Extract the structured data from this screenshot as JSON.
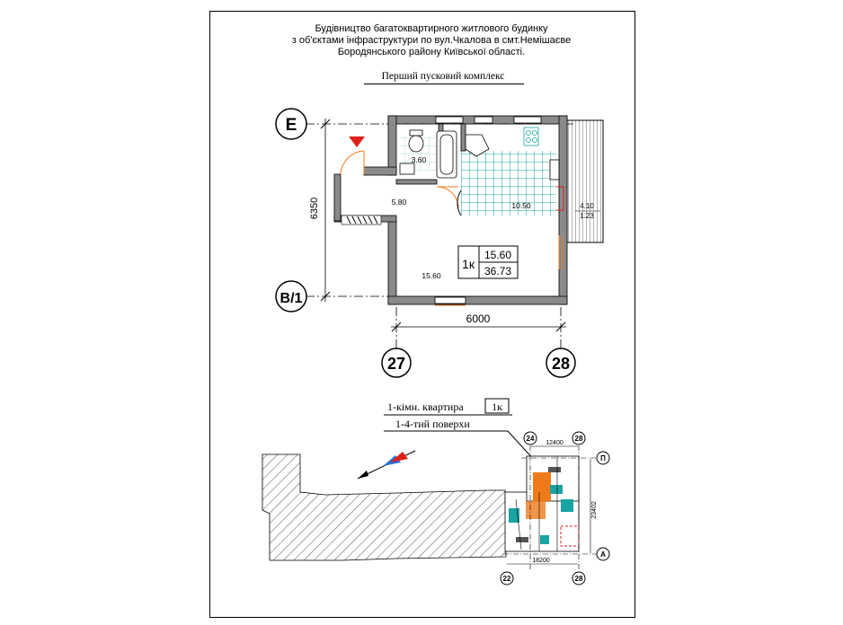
{
  "header": {
    "line1": "Будівництво багатоквартирного житлового будинку",
    "line2": "з об'єктами інфраструктури по вул.Чкалова в смт.Немішаєве",
    "line3": "Бородянського району  Київської області.",
    "subtitle": "Перший пусковий комплекс"
  },
  "axes": {
    "top": "Е",
    "bottom": "В/1",
    "left": "27",
    "right": "28",
    "height_dim": "6350",
    "width_dim": "6000"
  },
  "rooms": {
    "bath": "3.60",
    "hall": "5.80",
    "kitchen": "10.50",
    "living": "15.60",
    "balcony_1": "4.10",
    "balcony_2": "1.23"
  },
  "apartment_tag": {
    "type": "1к",
    "living_area": "15.60",
    "total_area": "36.73"
  },
  "legend": {
    "line1": "1-кімн. квартира",
    "tag": "1к",
    "line2": "1-4-тий поверхи"
  },
  "key_plan": {
    "axis_top_left": "24",
    "axis_top_right": "28",
    "top_dim": "12400",
    "axis_right_top": "П",
    "axis_right_bottom": "А",
    "right_dim": "23402",
    "axis_bottom_left": "22",
    "axis_bottom_right": "28",
    "bottom_dim": "18200"
  },
  "colors": {
    "wall": "#8a8a8a",
    "tile": "#1aa3a3",
    "orange": "#f07a1a",
    "red_marker": "#e0201a",
    "cyan_accent": "#00a8a8"
  }
}
